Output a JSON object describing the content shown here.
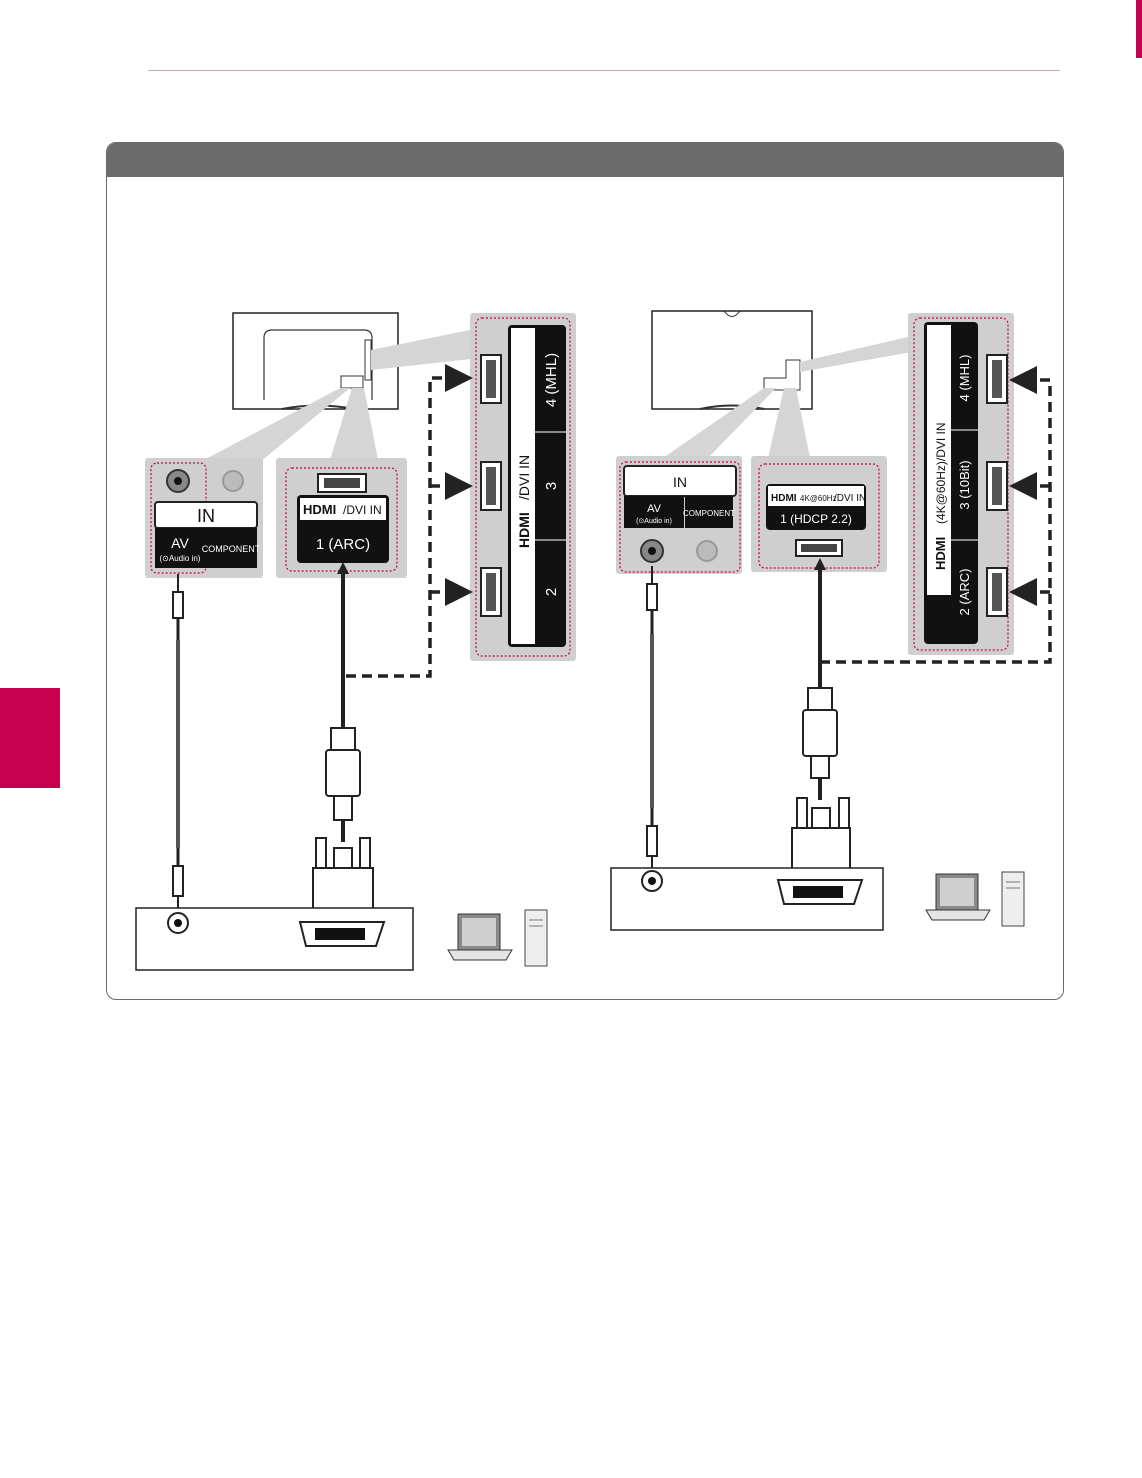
{
  "decor": {
    "accent_color": "#c4004f",
    "rule_color": "#d7a3b8",
    "header_color": "#6b6b6b"
  },
  "left": {
    "in_label": "IN",
    "av_label": "AV",
    "audio_in_label": "(⊙Audio in)",
    "component_label": "COMPONENT",
    "hdmi_badge": "HDMI",
    "dvi_in_label": "/DVI IN",
    "hdmi1_label": "1 (ARC)",
    "side_label": "/DVI IN",
    "ports": [
      "4 (MHL)",
      "3",
      "2"
    ]
  },
  "right": {
    "in_label": "IN",
    "av_label": "AV",
    "audio_in_label": "(⊙Audio in)",
    "component_label": "COMPONENT",
    "hdmi_badge": "HDMI",
    "hdmi_sub": "4K@60Hz",
    "dvi_in_label": "/DVI IN",
    "hdmi1_label": "1 (HDCP 2.2)",
    "side_label": "(4K@60Hz)/DVI IN",
    "ports": [
      "4 (MHL)",
      "3 (10Bit)",
      "2  (ARC)"
    ]
  }
}
